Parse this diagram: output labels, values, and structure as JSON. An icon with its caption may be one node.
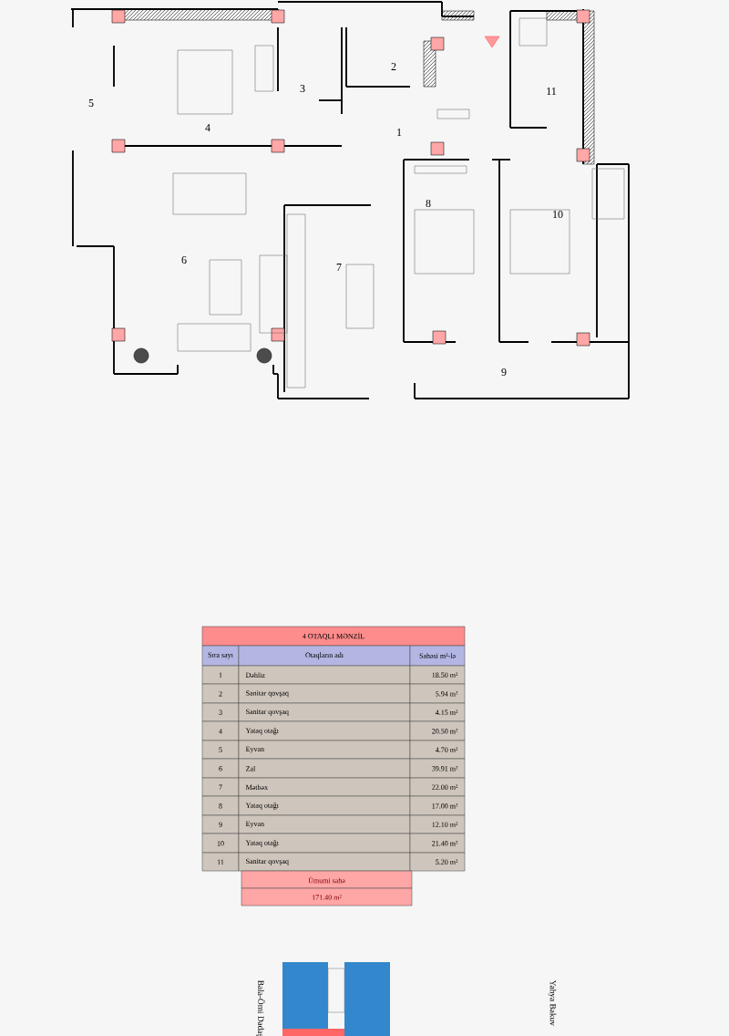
{
  "diagram": {
    "labels": [
      "2",
      "3",
      "11",
      "5",
      "4",
      "1",
      "8",
      "10",
      "6",
      "7",
      "9",
      "4 OTAQLI MƏNZİL",
      "Sıra sayı",
      "Otaqların adı",
      "Sahəsi m²-lə",
      "1",
      "Dəhliz",
      "18.50 m²",
      "2",
      "Sanitar qovşaq",
      "5.94 m²",
      "3",
      "Sanitar qovşaq",
      "4.15 m²",
      "4",
      "Yataq otağı",
      "20.50 m²",
      "5",
      "Eyvan",
      "4.70 m²",
      "6",
      "Zal",
      "39.91 m²",
      "7",
      "Mətbəx",
      "22.00 m²",
      "8",
      "Yataq otağı",
      "17.00 m²",
      "9",
      "Eyvan",
      "12.10 m²",
      "10",
      "Yataq otağı",
      "21.40 m²",
      "11",
      "Sanitar qovşaq",
      "5.20 m²",
      "Ümumi sahə",
      "171.40 m²",
      "Bala-Ömi Dadaş",
      "Yahya Bakuv"
    ]
  }
}
